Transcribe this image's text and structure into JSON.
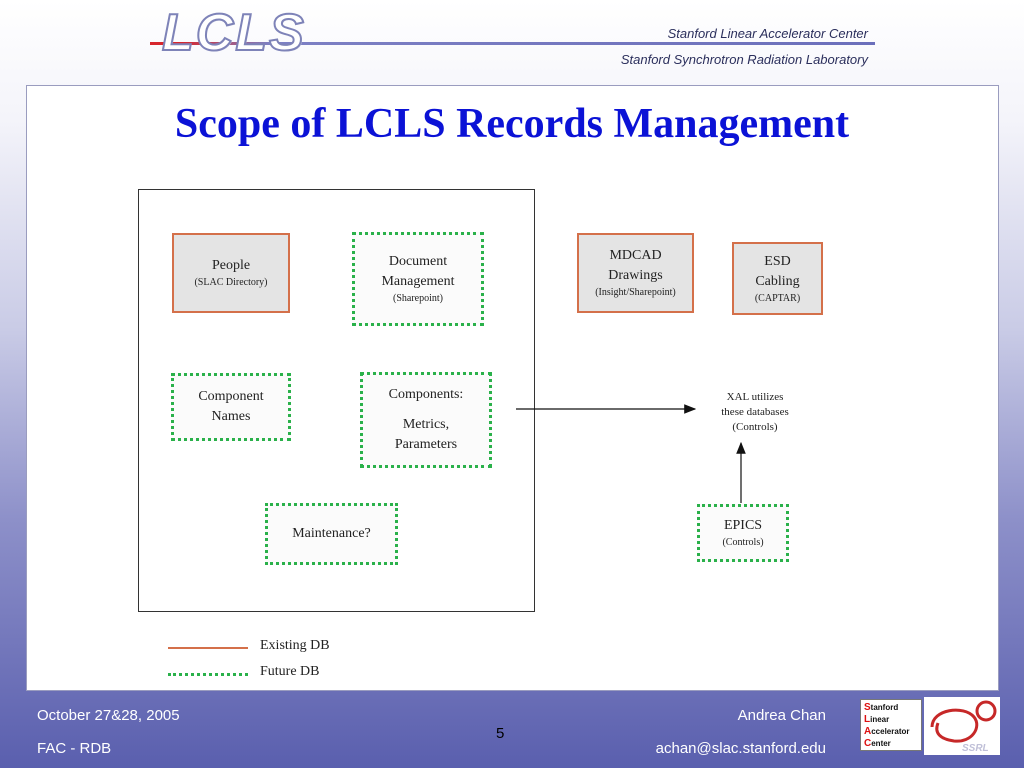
{
  "header": {
    "logo_text": "LCLS",
    "org_line1": "Stanford Linear Accelerator Center",
    "org_line2": "Stanford Synchrotron Radiation Laboratory"
  },
  "slide": {
    "title": "Scope of LCLS Records Management"
  },
  "diagram": {
    "people": {
      "line1": "People",
      "sub": "(SLAC Directory)"
    },
    "document": {
      "line1": "Document",
      "line2": "Management",
      "sub": "(Sharepoint)"
    },
    "mdcad": {
      "line1": "MDCAD",
      "line2": "Drawings",
      "sub": "(Insight/Sharepoint)"
    },
    "esd": {
      "line1": "ESD",
      "line2": "Cabling",
      "sub": "(CAPTAR)"
    },
    "component_names": {
      "line1": "Component",
      "line2": "Names"
    },
    "components": {
      "line1": "Components:",
      "line2": "Metrics,",
      "line3": "Parameters"
    },
    "maintenance": {
      "line1": "Maintenance?"
    },
    "xal": {
      "line1": "XAL utilizes",
      "line2": "these databases",
      "line3": "(Controls)"
    },
    "epics": {
      "line1": "EPICS",
      "sub": "(Controls)"
    }
  },
  "legend": {
    "existing": "Existing DB",
    "future": "Future DB"
  },
  "footer": {
    "date": "October 27&28, 2005",
    "meeting": "FAC - RDB",
    "page": "5",
    "author": "Andrea Chan",
    "email": "achan@slac.stanford.edu",
    "slac_logo": [
      "Stanford",
      "Linear",
      "Accelerator",
      "Center"
    ],
    "ssrl_logo": "SSRL"
  },
  "colors": {
    "title": "#0b12d6",
    "existing_border": "#d4704a",
    "future_border": "#2ab14a"
  }
}
